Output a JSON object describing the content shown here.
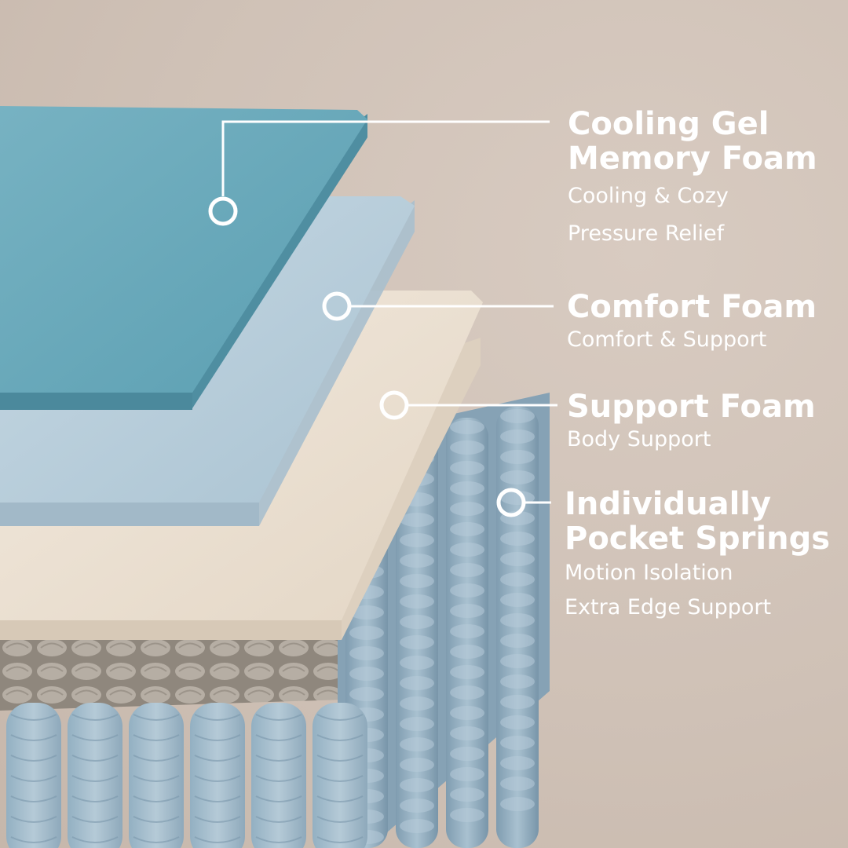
{
  "layers": [
    {
      "id": "cooling-gel",
      "title_lines": [
        "Cooling Gel",
        "Memory Foam"
      ],
      "desc_lines": [
        "Cooling & Cozy",
        "Pressure Relief"
      ],
      "color": "#6aa9ba"
    },
    {
      "id": "comfort-foam",
      "title_lines": [
        "Comfort Foam"
      ],
      "desc_lines": [
        "Comfort & Support"
      ],
      "color": "#b7cdda"
    },
    {
      "id": "support-foam",
      "title_lines": [
        "Support Foam"
      ],
      "desc_lines": [
        "Body Support"
      ],
      "color": "#ede2d4"
    },
    {
      "id": "pocket-springs",
      "title_lines": [
        "Individually",
        "Pocket Springs"
      ],
      "desc_lines": [
        "Motion Isolation",
        "Extra Edge Support"
      ],
      "color": "#9db8c9"
    }
  ],
  "colors": {
    "background": "#d0c2b7",
    "label_text": "#ffffff",
    "callout_line": "#ffffff",
    "spring_top": "#a8a096"
  }
}
